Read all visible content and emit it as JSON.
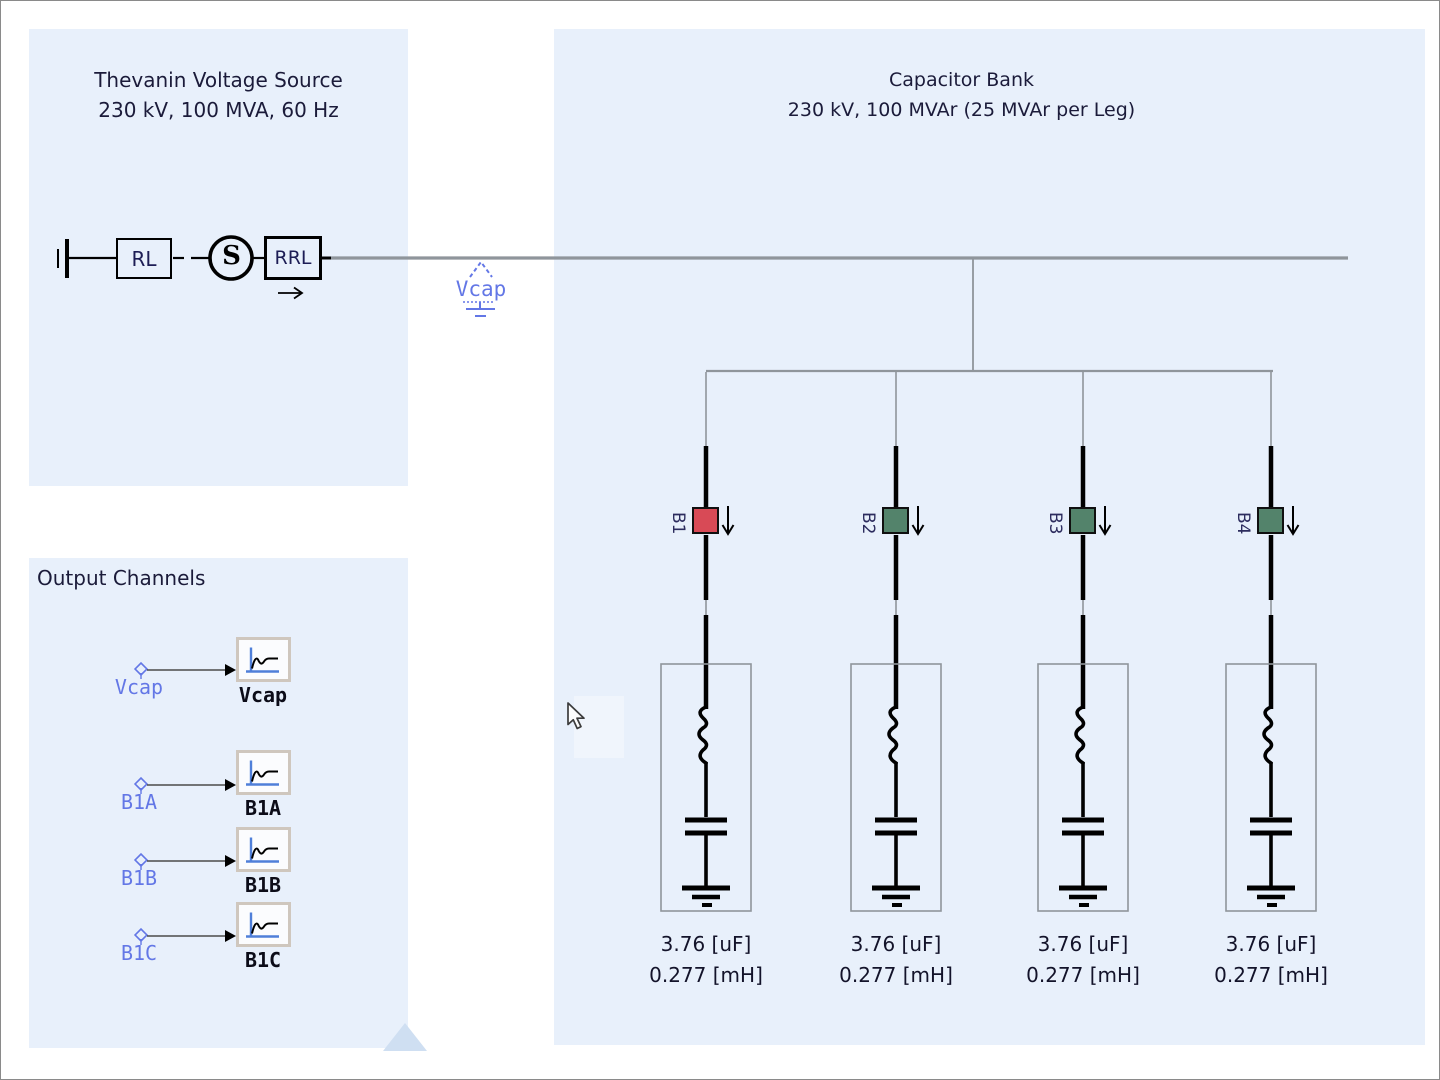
{
  "palette": {
    "panel_bg": "#e8f0fb",
    "wire_gray": "#8f959b",
    "signal_blue": "#6377e6",
    "breaker_closed_red": "#d84a56",
    "breaker_open_green": "#53836b"
  },
  "source_panel": {
    "title_line1": "Thevanin Voltage Source",
    "title_line2": "230 kV, 100 MVA, 60 Hz",
    "rl_label": "RL",
    "source_symbol": "S",
    "rrl_label": "RRL"
  },
  "bus_sensor": {
    "label": "Vcap"
  },
  "capacitor_bank": {
    "title_line1": "Capacitor Bank",
    "title_line2": "230 kV, 100 MVAr (25 MVAr per Leg)",
    "legs": [
      {
        "breaker_label": "B1",
        "breaker_color": "#d84a56",
        "capacitance": "3.76 [uF]",
        "inductance": "0.277 [mH]"
      },
      {
        "breaker_label": "B2",
        "breaker_color": "#53836b",
        "capacitance": "3.76 [uF]",
        "inductance": "0.277 [mH]"
      },
      {
        "breaker_label": "B3",
        "breaker_color": "#53836b",
        "capacitance": "3.76 [uF]",
        "inductance": "0.277 [mH]"
      },
      {
        "breaker_label": "B4",
        "breaker_color": "#53836b",
        "capacitance": "3.76 [uF]",
        "inductance": "0.277 [mH]"
      }
    ]
  },
  "output_channels": {
    "title": "Output Channels",
    "channels": [
      {
        "signal_label": "Vcap",
        "channel_name": "Vcap"
      },
      {
        "signal_label": "B1A",
        "channel_name": "B1A"
      },
      {
        "signal_label": "B1B",
        "channel_name": "B1B"
      },
      {
        "signal_label": "B1C",
        "channel_name": "B1C"
      }
    ]
  }
}
